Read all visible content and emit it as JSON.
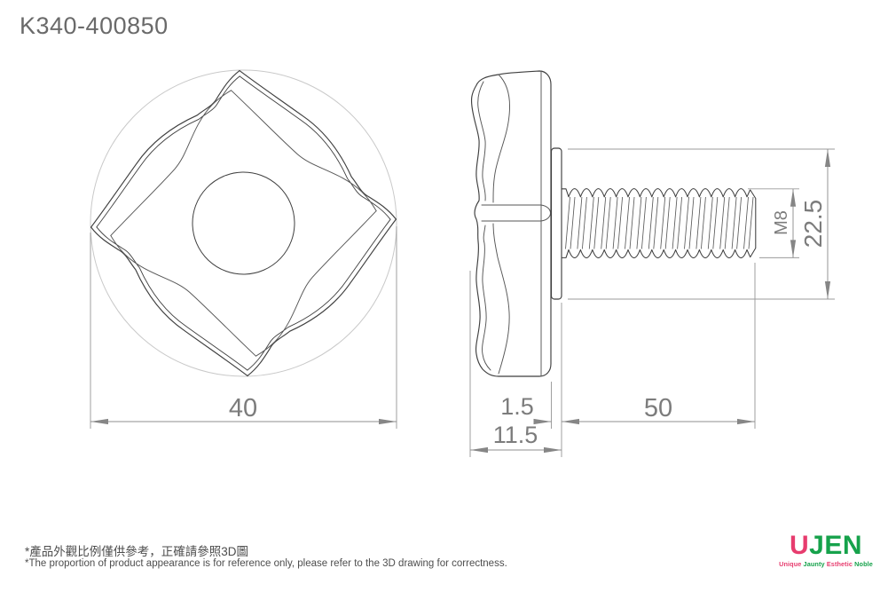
{
  "title": "K340-400850",
  "views": {
    "front": {
      "diameter_label": "40"
    },
    "side": {
      "flange_thickness_label": "1.5",
      "hub_depth_label": "11.5",
      "thread_length_label": "50",
      "flange_diameter_label": "22.5",
      "thread_spec_label": "M8"
    }
  },
  "notes": {
    "zh": "*產品外觀比例僅供參考，正確請參照3D圖",
    "en": "*The proportion of product appearance is for reference only, please refer to the 3D drawing for correctness."
  },
  "logo": {
    "mark_u": "U",
    "mark_rest": "JEN",
    "tagline": {
      "w1": "Unique",
      "w2": "Jaunty",
      "w3": "Esthetic",
      "w4": "Noble"
    }
  },
  "colors": {
    "brand_pink": "#e73c6e",
    "brand_green": "#16a24b",
    "part_line": "#3f3f3f",
    "dimension_line": "#8f8f8f",
    "dimension_text": "#7c7c7c"
  }
}
